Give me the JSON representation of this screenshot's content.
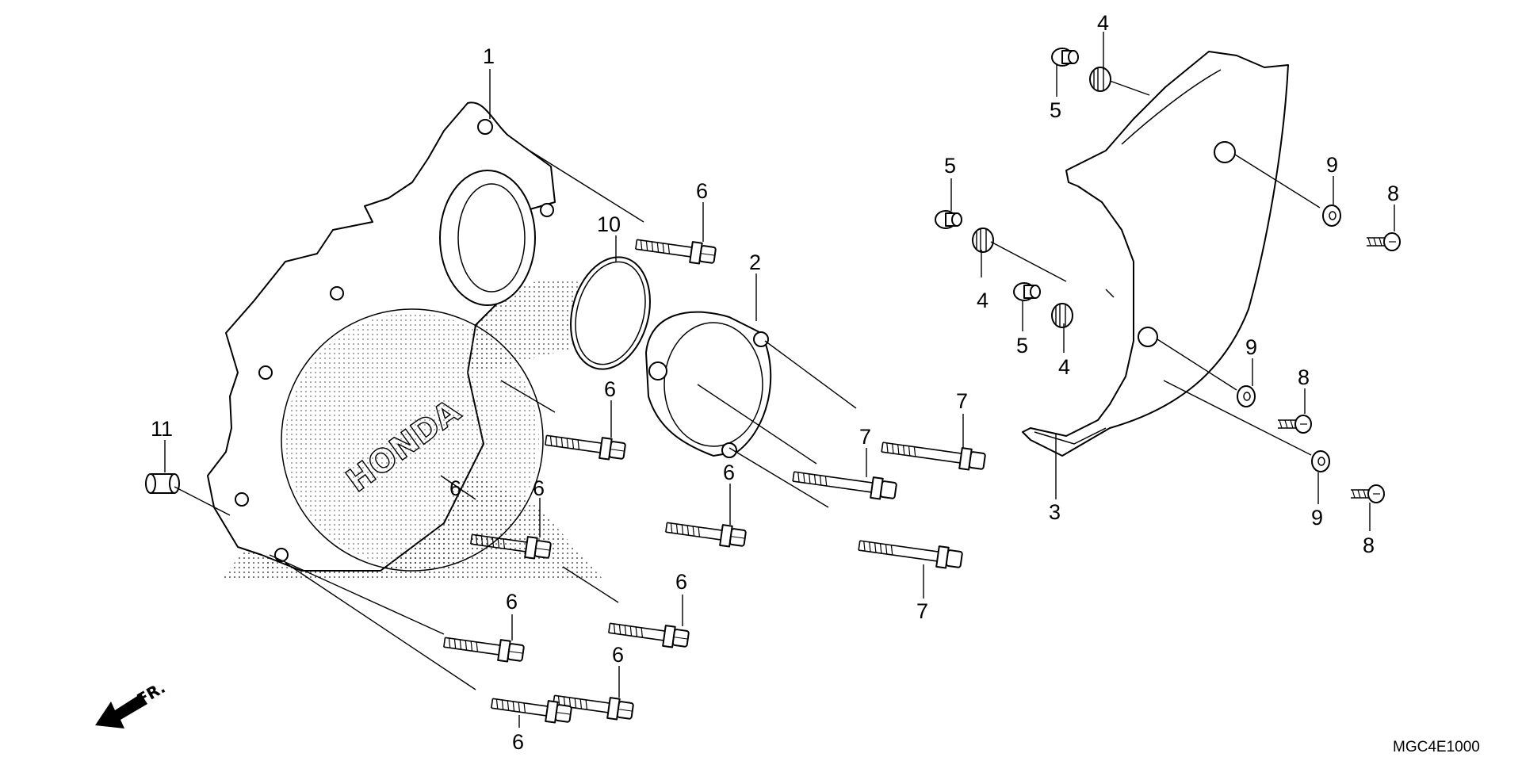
{
  "diagram": {
    "diagram_code": "MGC4E1000",
    "front_marker": "FR.",
    "cover_brand": "HONDA",
    "callouts": [
      {
        "label": "1"
      },
      {
        "label": "2"
      },
      {
        "label": "3"
      },
      {
        "label": "4"
      },
      {
        "label": "4"
      },
      {
        "label": "4"
      },
      {
        "label": "5"
      },
      {
        "label": "5"
      },
      {
        "label": "5"
      },
      {
        "label": "6"
      },
      {
        "label": "6"
      },
      {
        "label": "6"
      },
      {
        "label": "6"
      },
      {
        "label": "6"
      },
      {
        "label": "6"
      },
      {
        "label": "6"
      },
      {
        "label": "6"
      },
      {
        "label": "6"
      },
      {
        "label": "7"
      },
      {
        "label": "7"
      },
      {
        "label": "7"
      },
      {
        "label": "8"
      },
      {
        "label": "8"
      },
      {
        "label": "8"
      },
      {
        "label": "9"
      },
      {
        "label": "9"
      },
      {
        "label": "9"
      },
      {
        "label": "10"
      },
      {
        "label": "11"
      }
    ]
  }
}
